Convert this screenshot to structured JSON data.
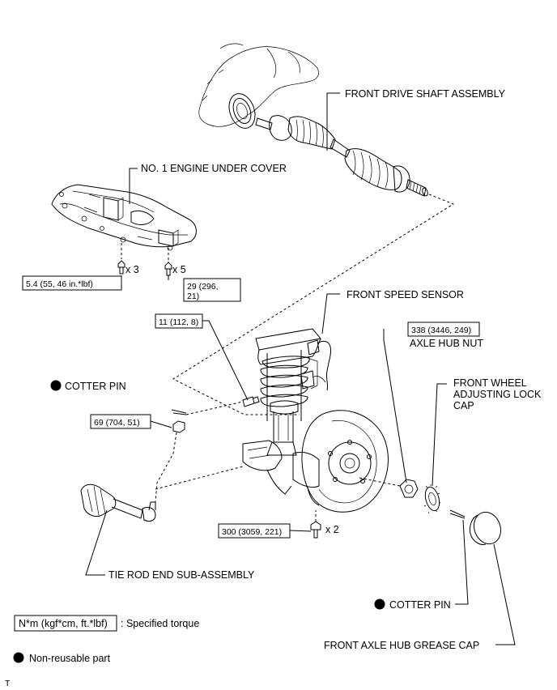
{
  "labels": {
    "front_drive_shaft": "FRONT DRIVE SHAFT ASSEMBLY",
    "engine_under_cover": "NO. 1 ENGINE UNDER COVER",
    "front_speed_sensor": "FRONT SPEED SENSOR",
    "axle_hub_nut": "AXLE HUB NUT",
    "front_wheel_lock_cap_1": "FRONT WHEEL",
    "front_wheel_lock_cap_2": "ADJUSTING LOCK",
    "front_wheel_lock_cap_3": "CAP",
    "cotter_pin_left": "COTTER PIN",
    "cotter_pin_right": "COTTER PIN",
    "tie_rod_end": "TIE ROD END SUB-ASSEMBLY",
    "grease_cap": "FRONT AXLE HUB GREASE CAP"
  },
  "torques": {
    "under_cover_bolt": "5.4 (55, 46 in.*lbf)",
    "under_cover_clip_1": "29 (296,",
    "under_cover_clip_2": "21)",
    "speed_sensor_bolt": "11 (112, 8)",
    "axle_hub_nut": "338 (3446, 249)",
    "tie_rod_nut": "69 (704, 51)",
    "knuckle_bolt": "300 (3059, 221)"
  },
  "quantities": {
    "under_cover_bolt": "x 3",
    "under_cover_clip": "x 5",
    "knuckle_bolt": "x 2"
  },
  "legend": {
    "torque_unit": "N*m (kgf*cm, ft.*lbf)",
    "torque_desc": ": Specified torque",
    "non_reusable": "Non-reusable part"
  },
  "footer_mark": "T"
}
